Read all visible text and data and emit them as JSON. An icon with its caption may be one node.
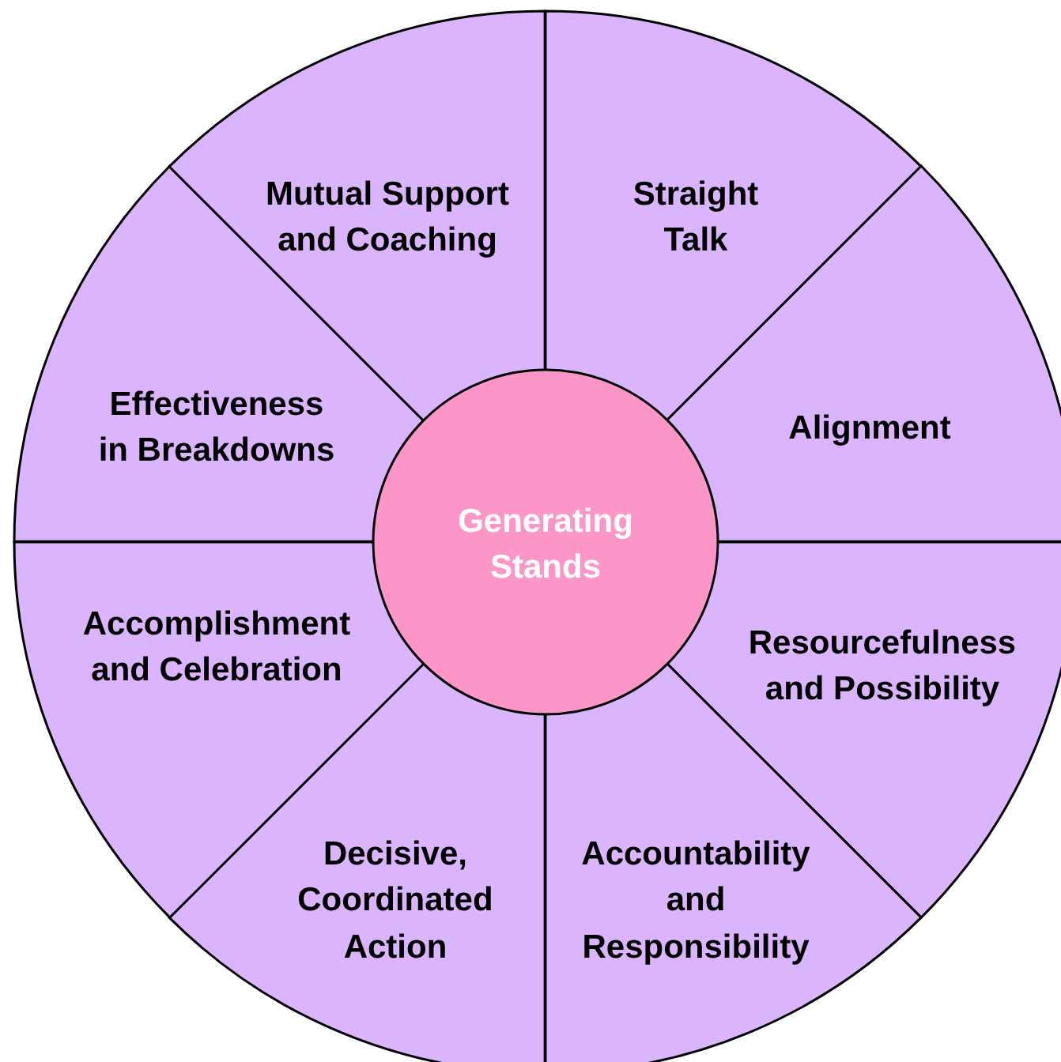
{
  "diagram": {
    "nodes": [
      {
        "text": [
          "Straight Talk"
        ]
      },
      {
        "text": [
          "Alignment"
        ]
      },
      {
        "text": [
          "Resourcefulness and Possibility"
        ]
      },
      {
        "text": [
          "Accountability and Responsibility"
        ]
      },
      {
        "text": [
          "Decisive, Coordinated Action"
        ]
      },
      {
        "text": [
          "Accomplishment and Celebration"
        ]
      },
      {
        "text": [
          "Effectiveness in Breakdowns"
        ]
      },
      {
        "text": [
          "Mutual Support and Coaching"
        ]
      },
      {
        "text": [
          "Generating Stands"
        ]
      }
    ]
  }
}
